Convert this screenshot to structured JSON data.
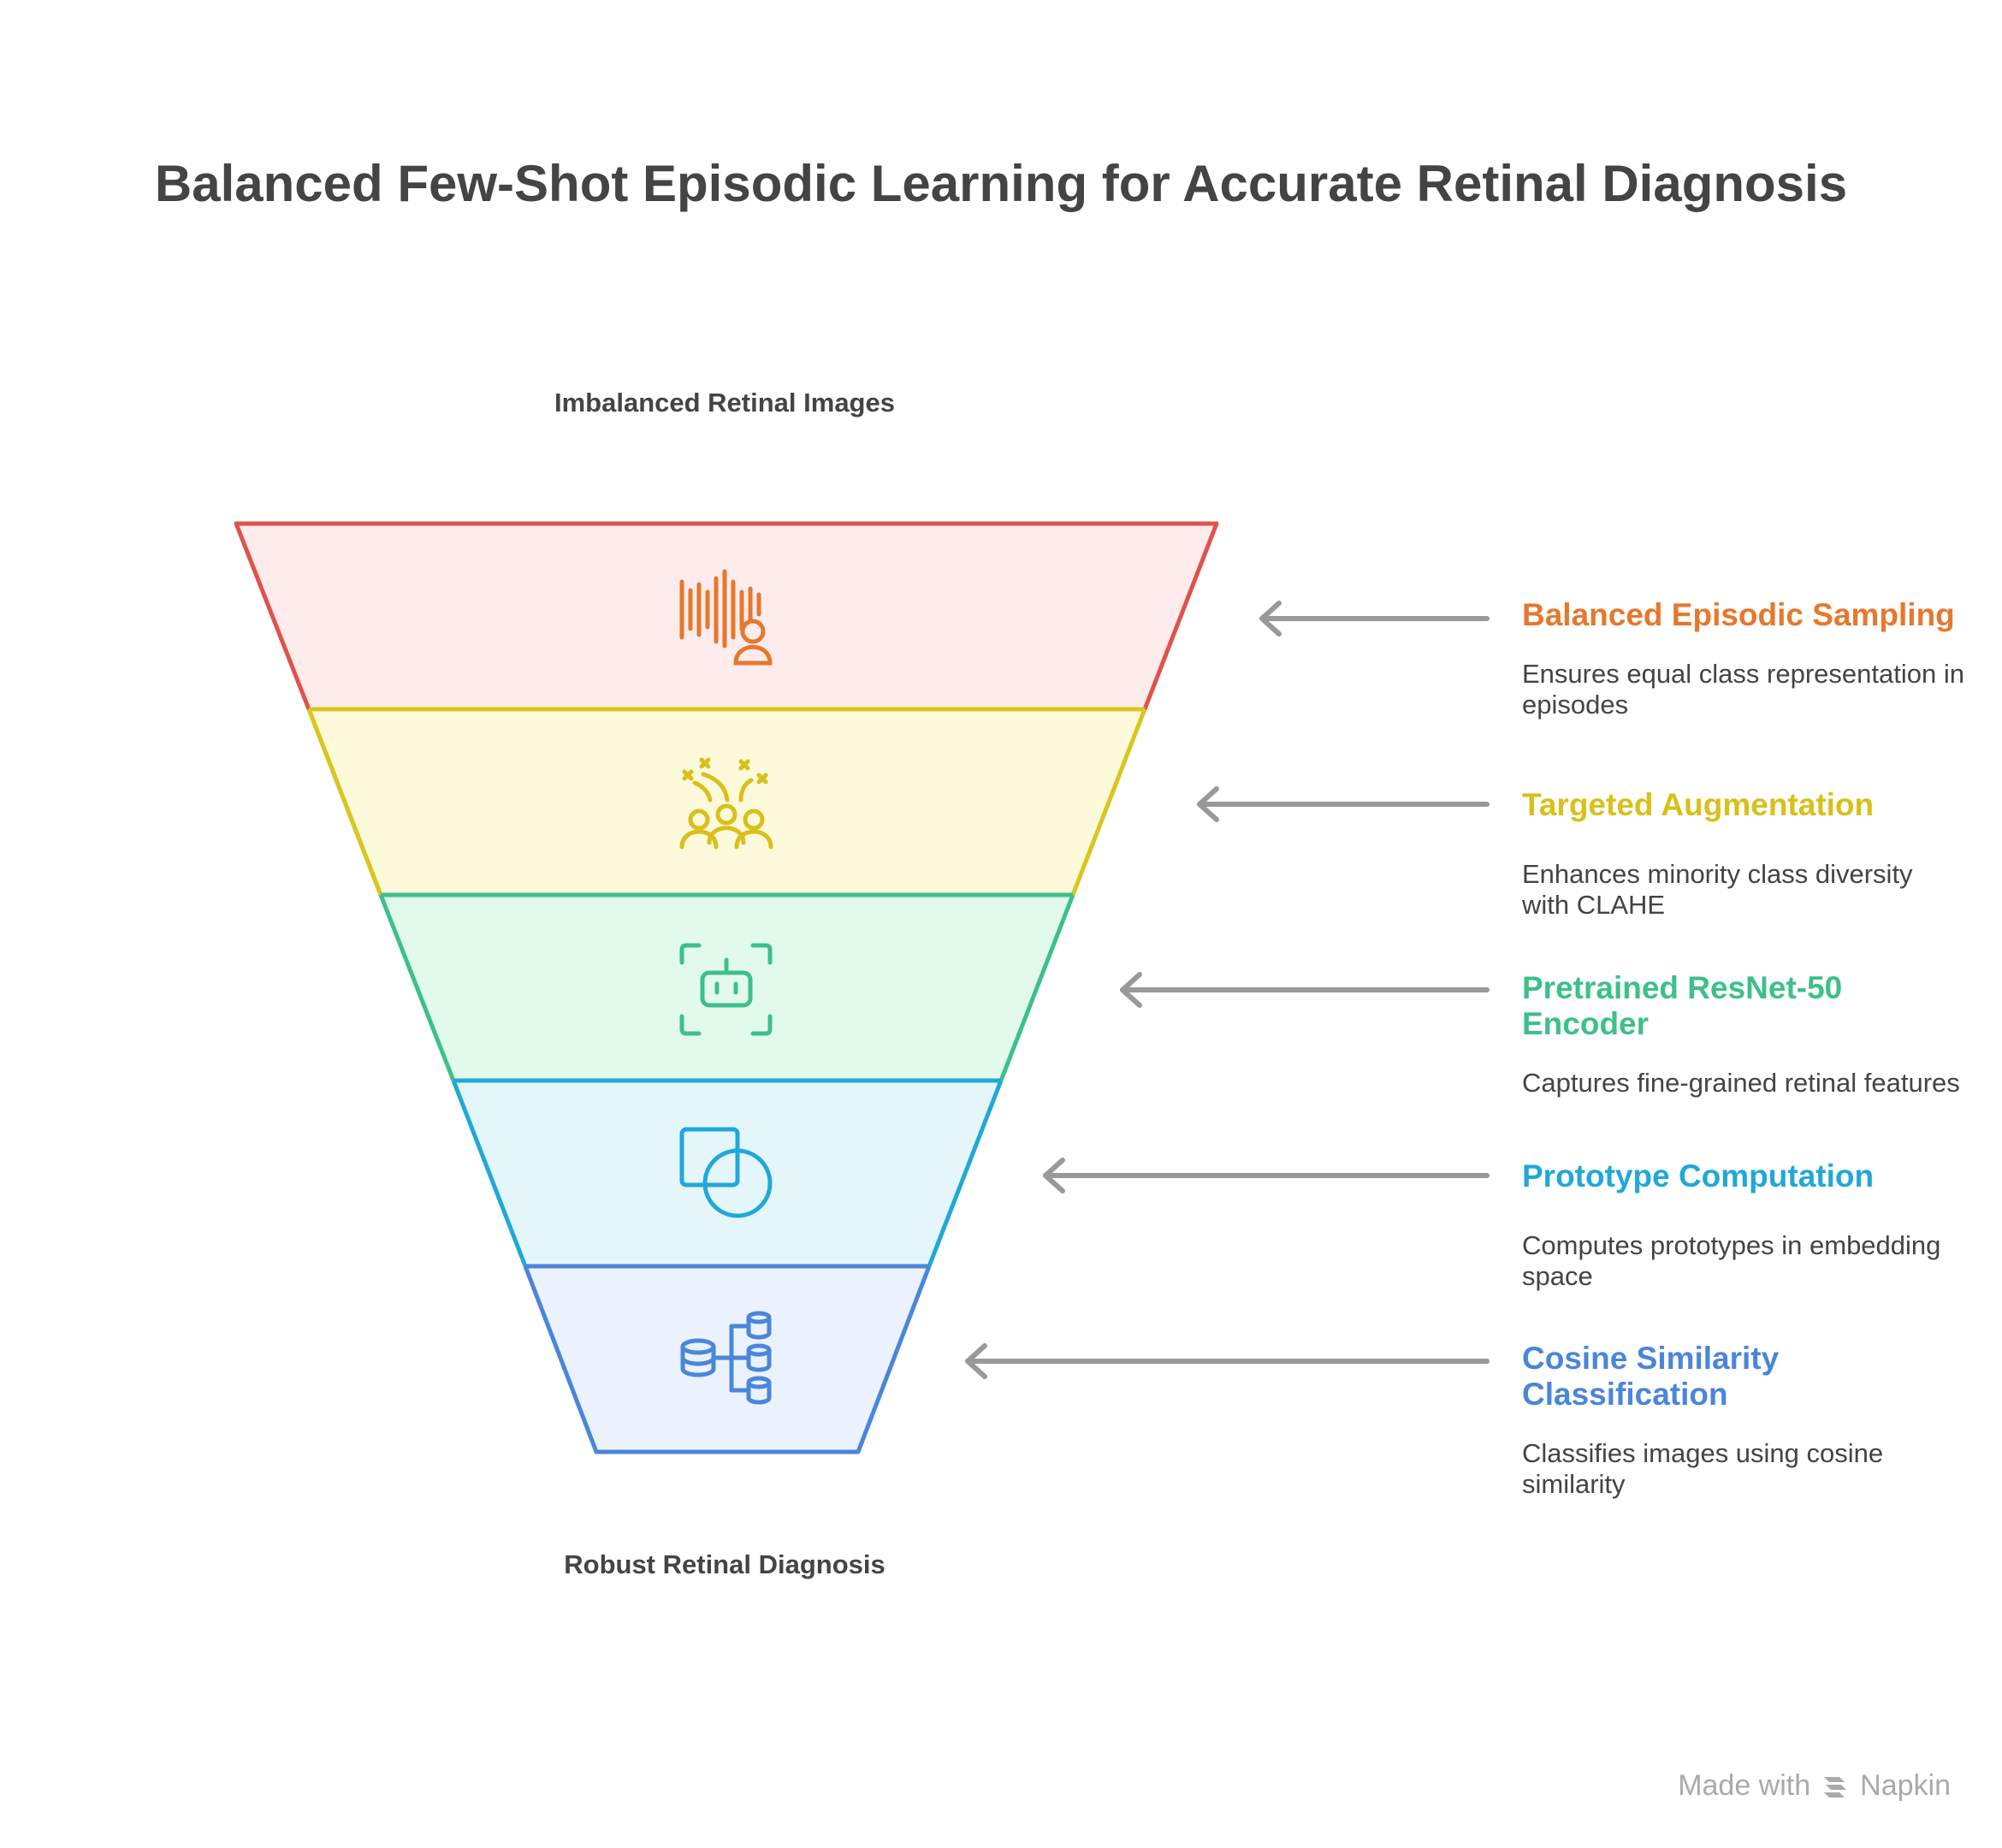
{
  "title": "Balanced Few-Shot Episodic Learning for Accurate Retinal Diagnosis",
  "funnel": {
    "top_label": "Imbalanced Retinal Images",
    "bottom_label": "Robust Retinal Diagnosis"
  },
  "stages": [
    {
      "title": "Balanced Episodic Sampling",
      "description": "Ensures equal class representation in episodes",
      "icon": "audio-wave-person-icon",
      "color": "#E5782E",
      "fill": "#FDECEB",
      "stroke": "#E0524E"
    },
    {
      "title": "Targeted Augmentation",
      "description": "Enhances minority class diversity with CLAHE",
      "icon": "group-celebration-icon",
      "color": "#D9C01A",
      "fill": "#FDF9DB",
      "stroke": "#D9C61F"
    },
    {
      "title": "Pretrained ResNet-50 Encoder",
      "description": "Captures fine-grained retinal features",
      "icon": "robot-scan-icon",
      "color": "#3DC08A",
      "fill": "#E2FAEC",
      "stroke": "#3DC08A"
    },
    {
      "title": "Prototype Computation",
      "description": "Computes prototypes in embedding space",
      "icon": "square-circle-shapes-icon",
      "color": "#21A8D8",
      "fill": "#E5F6FB",
      "stroke": "#21A8D8"
    },
    {
      "title": "Cosine Similarity Classification",
      "description": "Classifies images using cosine similarity",
      "icon": "database-network-icon",
      "color": "#4A86DA",
      "fill": "#EBF2FD",
      "stroke": "#4A86DA"
    }
  ],
  "footer": {
    "made_with": "Made with",
    "brand": "Napkin"
  }
}
